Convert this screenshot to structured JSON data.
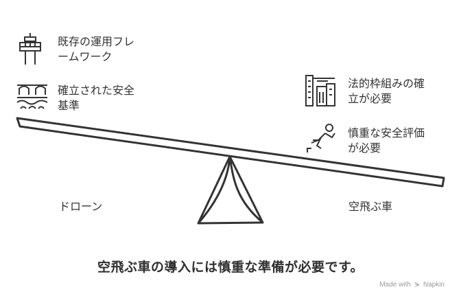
{
  "left_side": {
    "items": [
      {
        "line1": "既存の運用フレ",
        "line2": "ームワーク",
        "icon": "control-tower-icon"
      },
      {
        "line1": "確立された安全",
        "line2": "基準",
        "icon": "bridge-over-water-icon"
      }
    ],
    "label": "ドローン"
  },
  "right_side": {
    "items": [
      {
        "line1": "法的枠組みの確",
        "line2": "立が必要",
        "icon": "legal-building-icon"
      },
      {
        "line1": "慎重な安全評価",
        "line2": "が必要",
        "icon": "falling-person-icon"
      }
    ],
    "label": "空飛ぶ車"
  },
  "caption": "空飛ぶ車の導入には慎重な準備が必要です。",
  "footer": {
    "made_with": "Made with",
    "brand": "Napkin"
  },
  "colors": {
    "stroke": "#333333",
    "caption": "#2f2f2f",
    "footer": "#9a9a9a"
  }
}
